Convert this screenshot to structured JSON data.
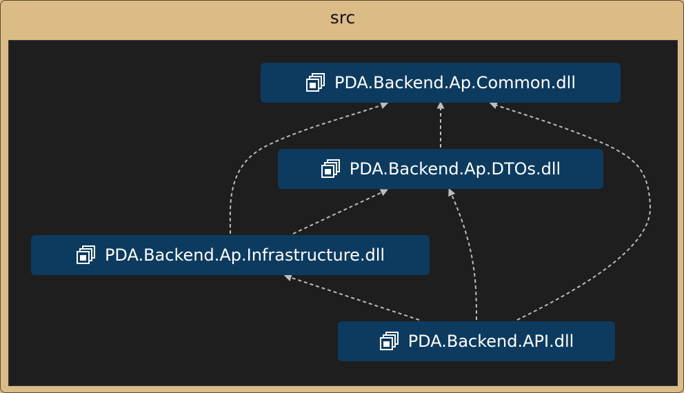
{
  "group": {
    "title": "src"
  },
  "nodes": {
    "common": {
      "label": "PDA.Backend.Ap.Common.dll",
      "icon": "assembly-icon"
    },
    "dtos": {
      "label": "PDA.Backend.Ap.DTOs.dll",
      "icon": "assembly-icon"
    },
    "infrastructure": {
      "label": "PDA.Backend.Ap.Infrastructure.dll",
      "icon": "assembly-icon"
    },
    "api": {
      "label": "PDA.Backend.API.dll",
      "icon": "assembly-icon"
    }
  },
  "edges": [
    {
      "from": "dtos",
      "to": "common",
      "style": "dashed"
    },
    {
      "from": "infrastructure",
      "to": "common",
      "style": "dashed"
    },
    {
      "from": "infrastructure",
      "to": "dtos",
      "style": "dashed"
    },
    {
      "from": "api",
      "to": "infrastructure",
      "style": "dashed"
    },
    {
      "from": "api",
      "to": "dtos",
      "style": "dashed"
    },
    {
      "from": "api",
      "to": "common",
      "style": "dashed"
    }
  ],
  "colors": {
    "group_header": "#dbbb86",
    "canvas": "#1e1e1e",
    "node": "#0d3b60",
    "node_text": "#ffffff",
    "edge": "#bdbdbd"
  }
}
